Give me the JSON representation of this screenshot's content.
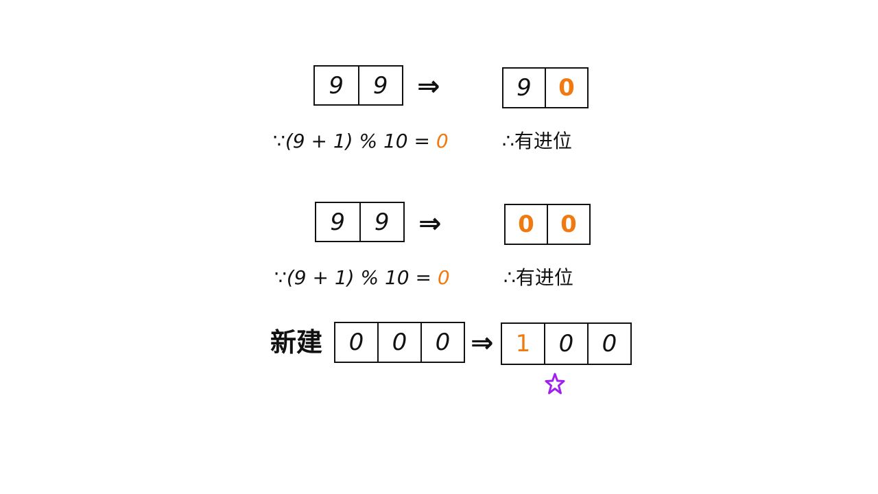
{
  "row1": {
    "left_digits": [
      "9",
      "9"
    ],
    "arrow": "⇒",
    "right_digits": [
      "9",
      "0"
    ],
    "formula_prefix": "∵(9 + 1) % 10 =",
    "formula_result": "0",
    "note": "∴有进位"
  },
  "row2": {
    "left_digits": [
      "9",
      "9"
    ],
    "arrow": "⇒",
    "right_digits": [
      "0",
      "0"
    ],
    "formula_prefix": "∵(9 + 1) % 10 =",
    "formula_result": "0",
    "note": "∴有进位"
  },
  "row3": {
    "label": "新建",
    "left_digits": [
      "0",
      "0",
      "0"
    ],
    "arrow": "⇒",
    "right_digits": [
      "1",
      "0",
      "0"
    ]
  },
  "colors": {
    "ink": "#111111",
    "highlight": "#f07a10",
    "star": "#a020f0"
  },
  "icons": {
    "star": "star-icon"
  }
}
